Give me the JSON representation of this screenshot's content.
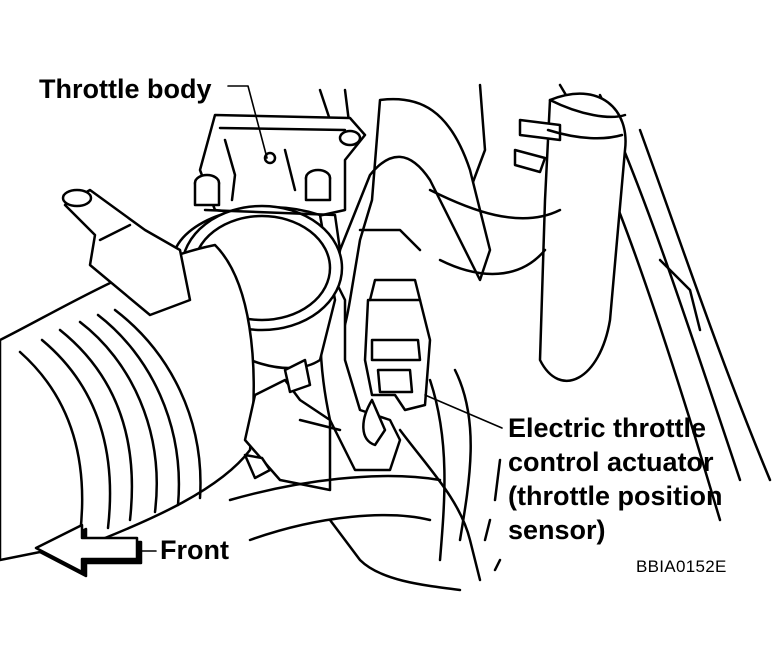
{
  "labels": {
    "throttle_body": "Throttle body",
    "actuator_line1": "Electric throttle",
    "actuator_line2": "control actuator",
    "actuator_line3": "(throttle position",
    "actuator_line4": "sensor)",
    "front": "Front",
    "figure_code": "BBIA0152E"
  },
  "colors": {
    "ink": "#000000",
    "paper": "#ffffff"
  },
  "icons": {
    "front_arrow": "arrow-left-icon"
  }
}
